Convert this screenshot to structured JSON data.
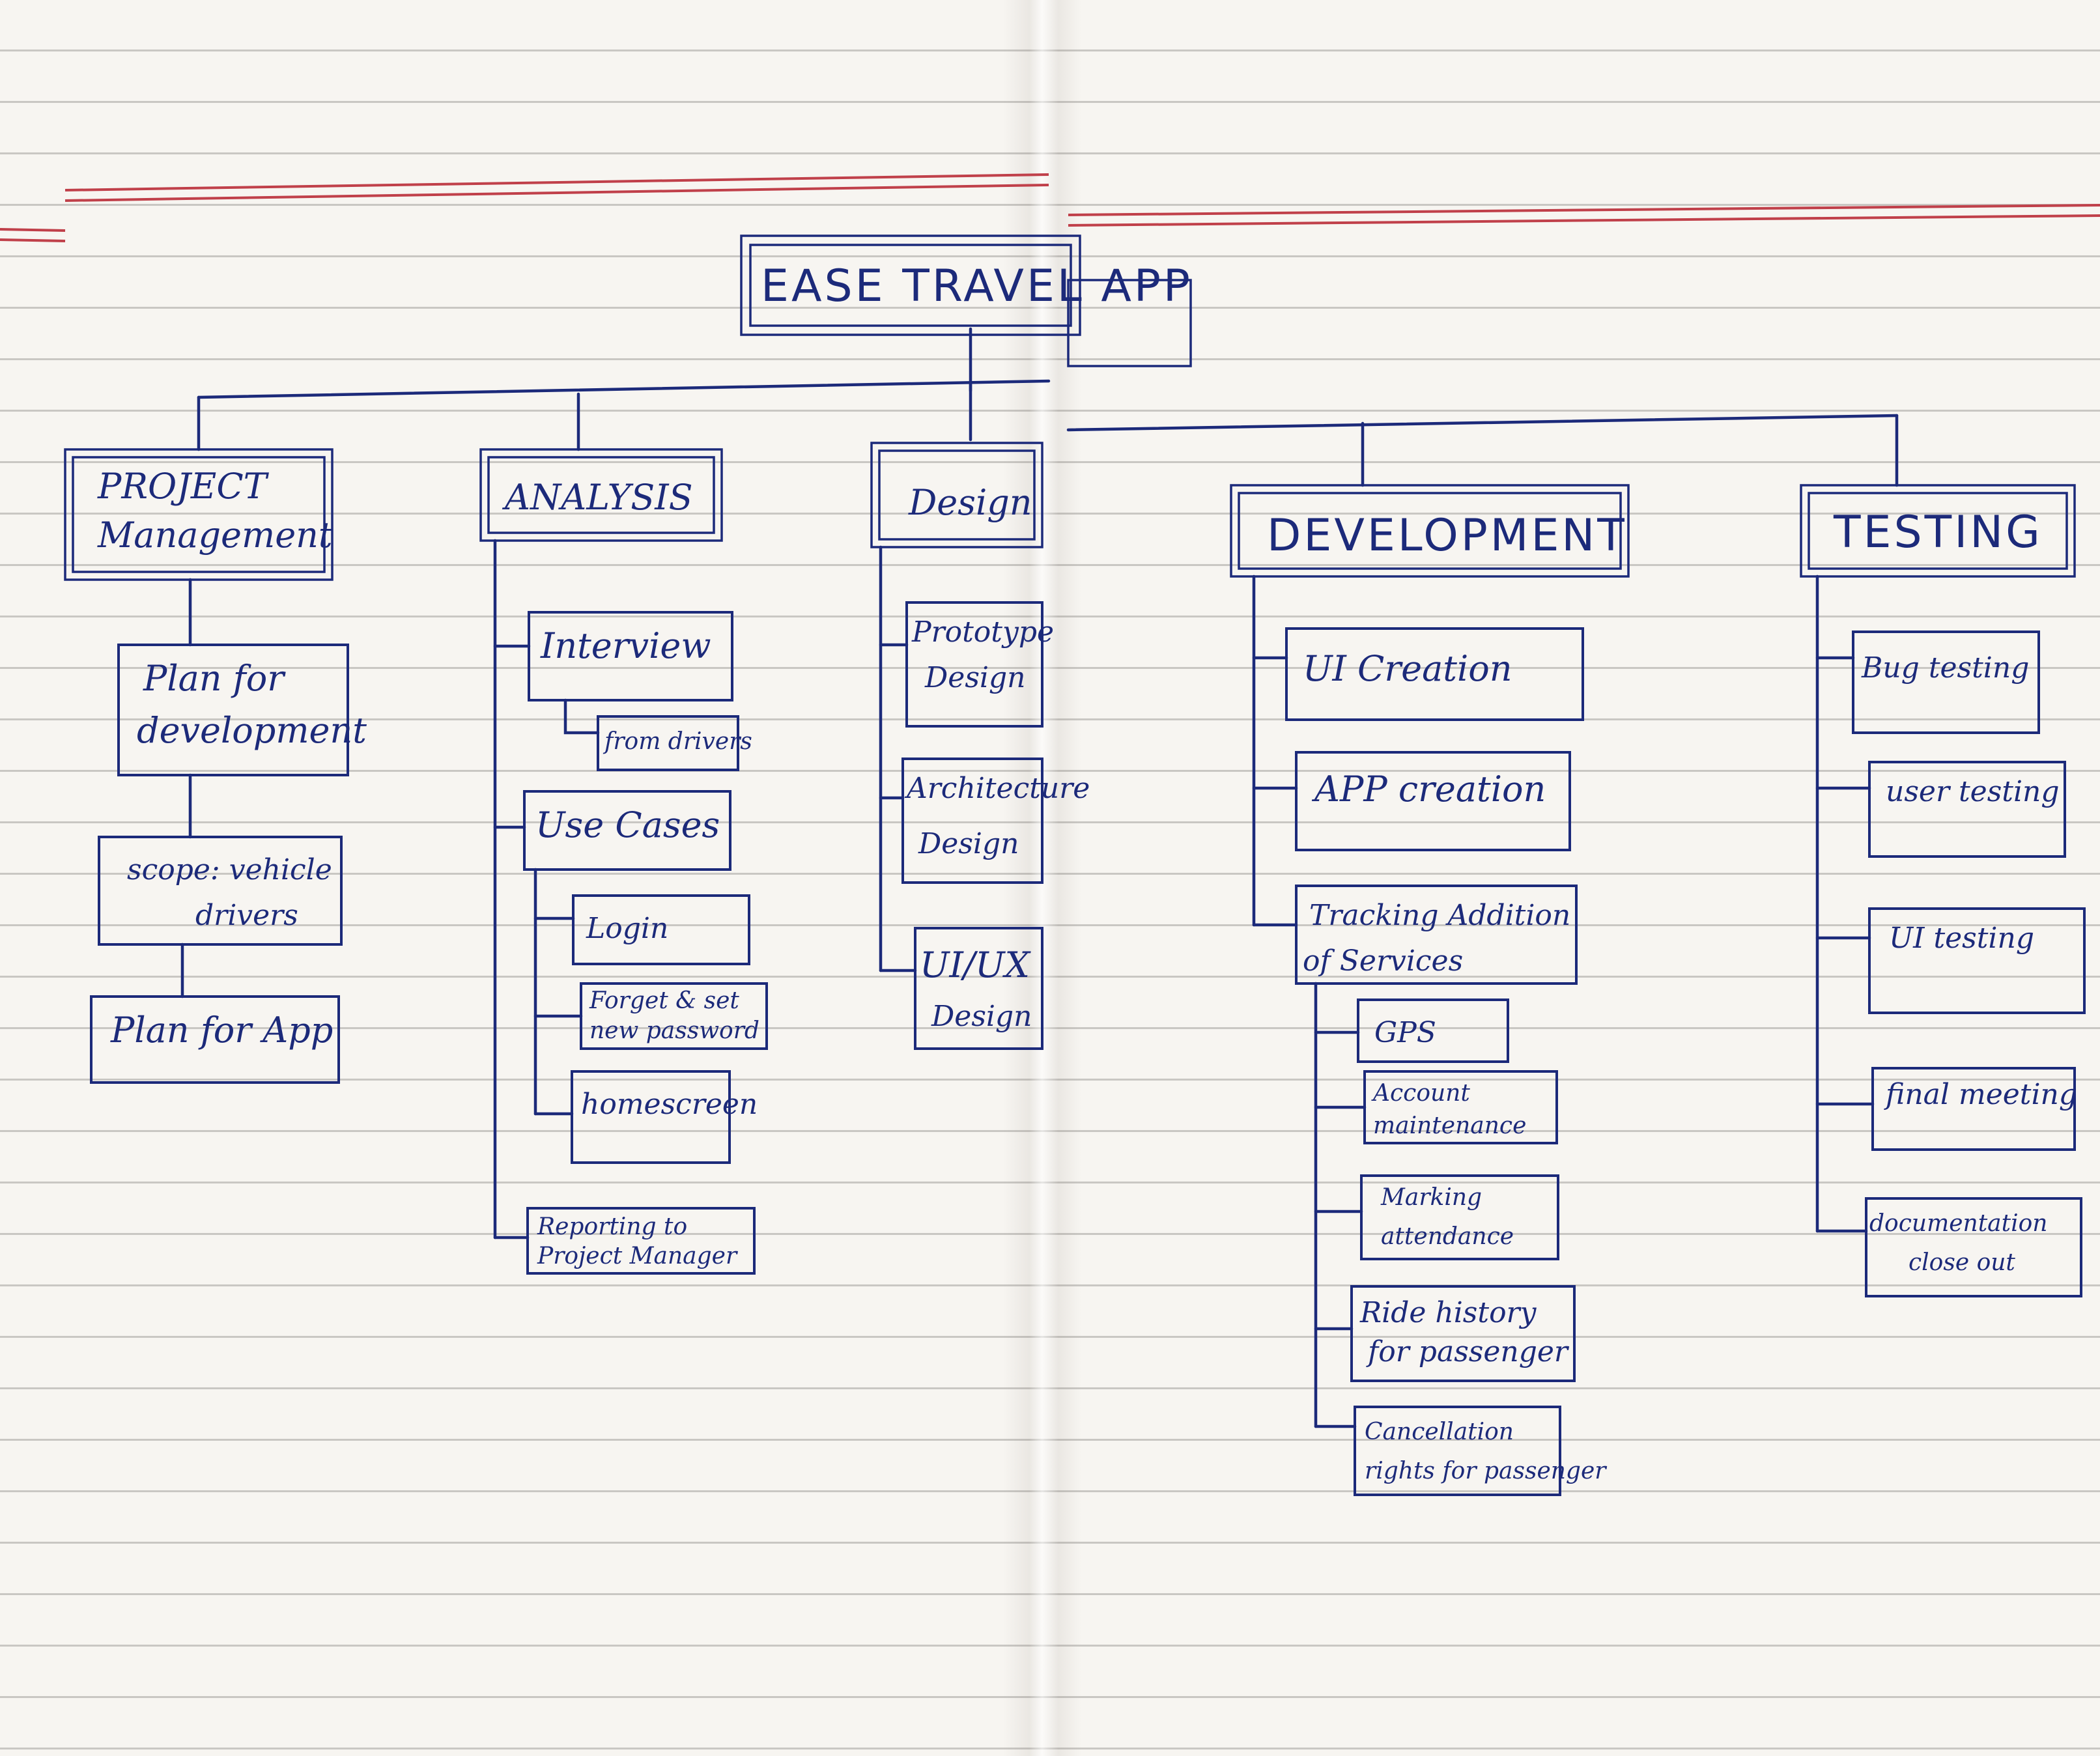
{
  "diagram": {
    "root": "EASE TRAVEL APP",
    "branches": {
      "project_management": {
        "title_line1": "PROJECT",
        "title_line2": "Management",
        "items": [
          {
            "line1": "Plan for",
            "line2": "development"
          },
          {
            "line1": "scope: vehicle",
            "line2": "drivers"
          },
          {
            "line1": "Plan for App",
            "line2": ""
          }
        ]
      },
      "analysis": {
        "title": "ANALYSIS",
        "items": [
          {
            "line1": "Interview",
            "line2": ""
          },
          {
            "line1": "from drivers",
            "line2": ""
          },
          {
            "line1": "Use Cases",
            "line2": ""
          },
          {
            "line1": "Login",
            "line2": ""
          },
          {
            "line1": "Forget & set",
            "line2": "new password"
          },
          {
            "line1": "homescreen",
            "line2": ""
          },
          {
            "line1": "Reporting to",
            "line2": "Project Manager"
          }
        ]
      },
      "design": {
        "title": "Design",
        "items": [
          {
            "line1": "Prototype",
            "line2": "Design"
          },
          {
            "line1": "Architecture",
            "line2": "Design"
          },
          {
            "line1": "UI/UX",
            "line2": "Design"
          }
        ]
      },
      "development": {
        "title": "DEVELOPMENT",
        "items": [
          {
            "line1": "UI Creation",
            "line2": ""
          },
          {
            "line1": "APP creation",
            "line2": ""
          },
          {
            "line1": "Tracking Addition",
            "line2": "of Services"
          },
          {
            "line1": "GPS",
            "line2": ""
          },
          {
            "line1": "Account",
            "line2": "maintenance"
          },
          {
            "line1": "Marking",
            "line2": "attendance"
          },
          {
            "line1": "Ride history",
            "line2": "for passenger"
          },
          {
            "line1": "Cancellation",
            "line2": "rights for passenger"
          }
        ]
      },
      "testing": {
        "title": "TESTING",
        "items": [
          {
            "line1": "Bug testing",
            "line2": ""
          },
          {
            "line1": "user testing",
            "line2": ""
          },
          {
            "line1": "UI testing",
            "line2": ""
          },
          {
            "line1": "final meeting",
            "line2": ""
          },
          {
            "line1": "documentation",
            "line2": "close out"
          }
        ]
      }
    }
  },
  "colors": {
    "ink": "#1c2a7a",
    "margin_line": "#c0404a",
    "paper": "#f7f5f1"
  }
}
